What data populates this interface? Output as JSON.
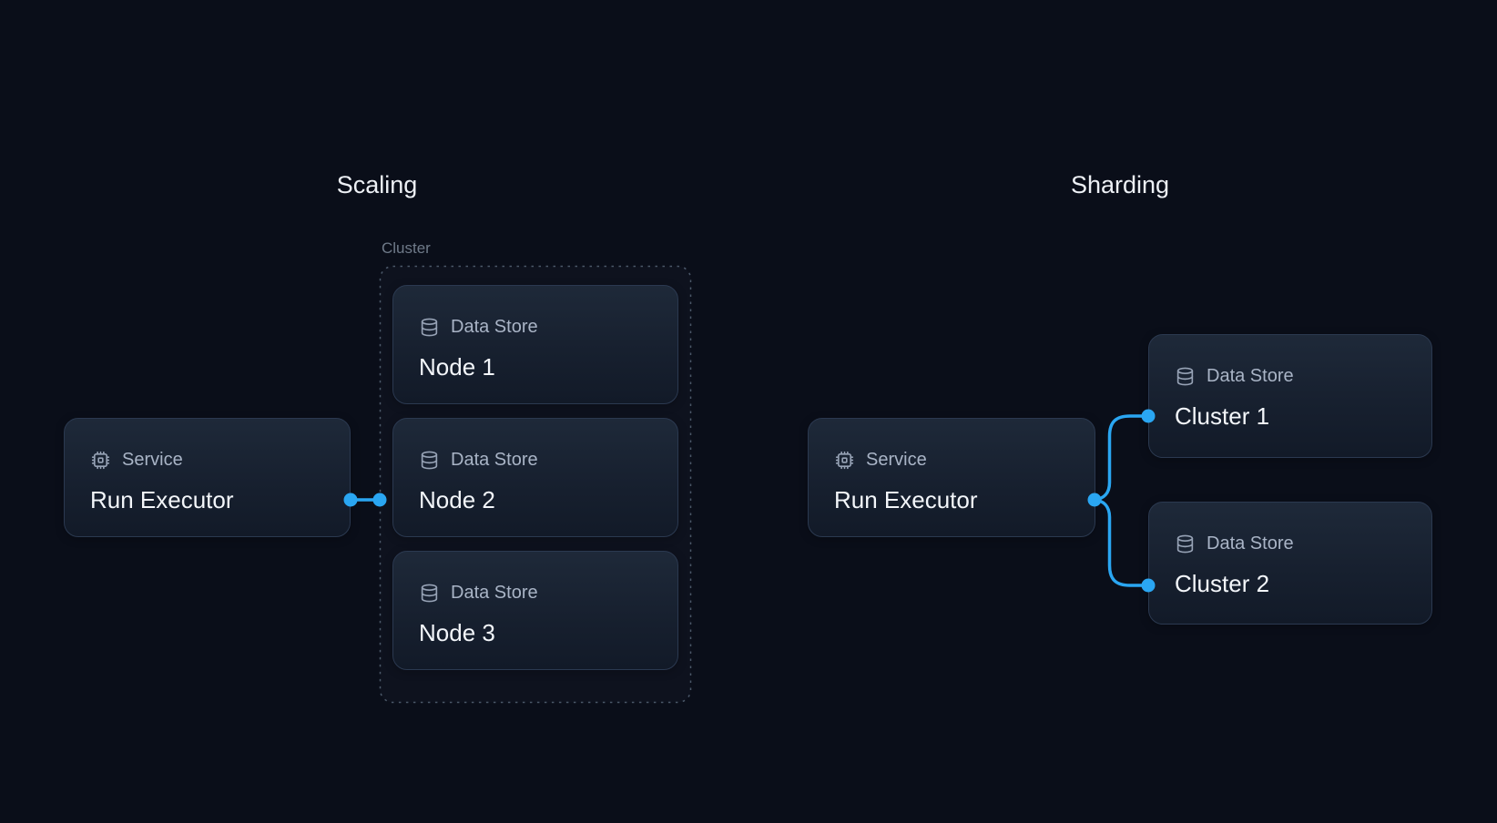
{
  "colors": {
    "background": "#0A0E19",
    "card_border": "#2B3950",
    "card_top": "#1E2939",
    "card_bottom": "#121A28",
    "accent_blue": "#2AA6F2",
    "type_label_text": "#A9B4C6",
    "icon_color": "#97A3B6",
    "name_text": "#F3F6FA",
    "title_text": "#EDF0F5",
    "group_label_text": "#6F7A89",
    "group_border": "#4B5869"
  },
  "icons": {
    "service": "cpu-icon",
    "data_store": "database-icon"
  },
  "sections": {
    "scaling": {
      "title": "Scaling",
      "service": {
        "type": "Service",
        "name": "Run Executor"
      },
      "cluster": {
        "label": "Cluster",
        "nodes": [
          {
            "type": "Data Store",
            "name": "Node 1"
          },
          {
            "type": "Data Store",
            "name": "Node 2"
          },
          {
            "type": "Data Store",
            "name": "Node 3"
          }
        ]
      }
    },
    "sharding": {
      "title": "Sharding",
      "service": {
        "type": "Service",
        "name": "Run Executor"
      },
      "shards": [
        {
          "type": "Data Store",
          "name": "Cluster 1"
        },
        {
          "type": "Data Store",
          "name": "Cluster 2"
        }
      ]
    }
  }
}
